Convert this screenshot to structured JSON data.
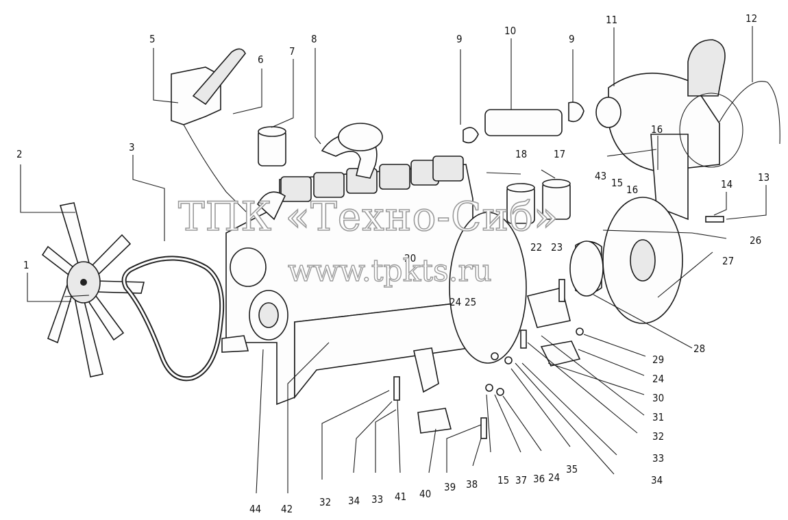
{
  "diagram": {
    "watermark": {
      "line1": "ТПК «Техно-Сиб»",
      "line2": "www.tpkts.ru"
    },
    "callouts": {
      "c1": "1",
      "c2": "2",
      "c3": "3",
      "c5": "5",
      "c6": "6",
      "c7": "7",
      "c8": "8",
      "c9a": "9",
      "c9b": "9",
      "c10": "10",
      "c11": "11",
      "c12": "12",
      "c13": "13",
      "c14": "14",
      "c15a": "15",
      "c16a": "16",
      "c16b": "16",
      "c17": "17",
      "c18": "18",
      "c20": "20",
      "c22": "22",
      "c23": "23",
      "c24a": "24",
      "c25": "25",
      "c26": "26",
      "c27": "27",
      "c28": "28",
      "c29": "29",
      "c24b": "24",
      "c30": "30",
      "c31": "31",
      "c32a": "32",
      "c33a": "33",
      "c34a": "34",
      "c35": "35",
      "c24c": "24",
      "c36": "36",
      "c37": "37",
      "c15b": "15",
      "c38": "38",
      "c39": "39",
      "c40": "40",
      "c41": "41",
      "c33b": "33",
      "c34b": "34",
      "c32b": "32",
      "c42": "42",
      "c43": "43",
      "c44": "44"
    }
  }
}
